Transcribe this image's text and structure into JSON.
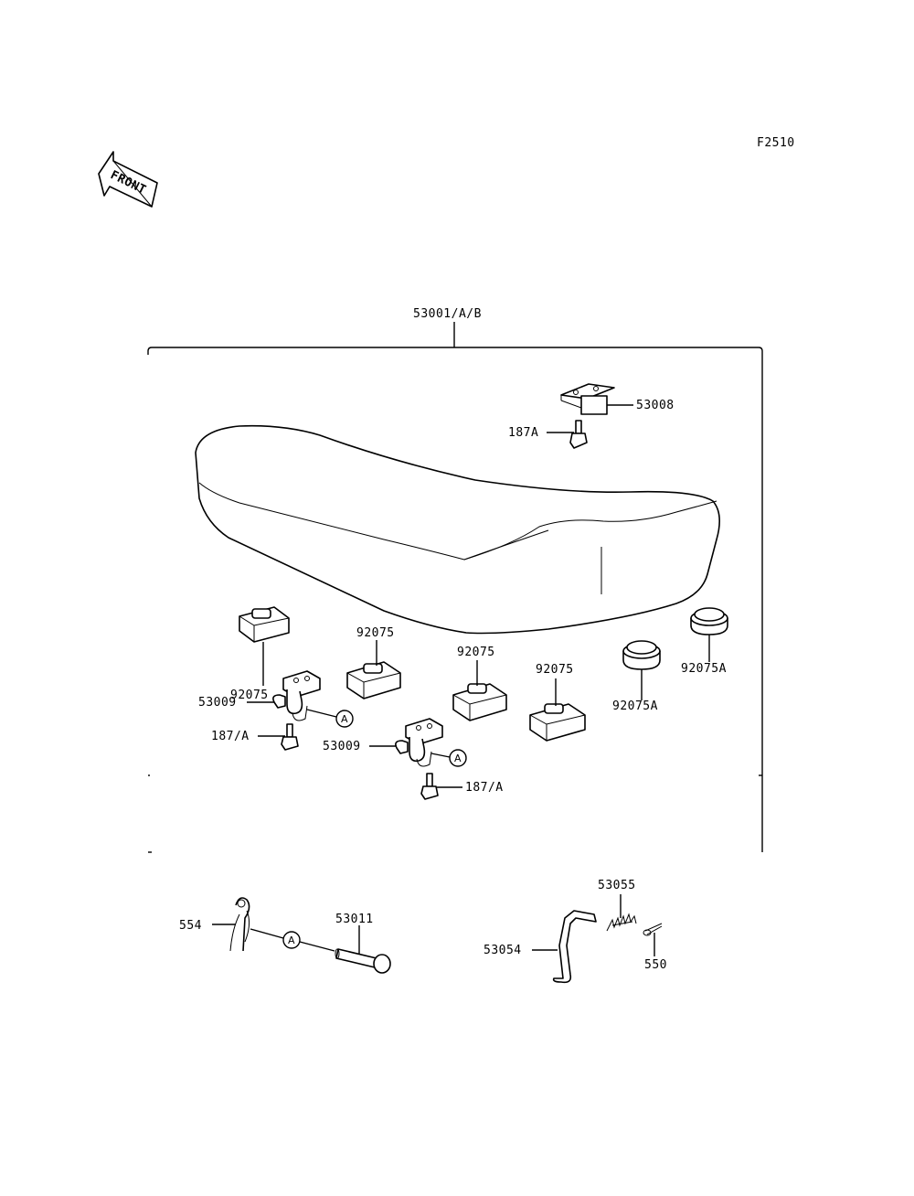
{
  "diagram_code": "F2510",
  "front_arrow_text": "FRONT",
  "group_label": "53001/A/B",
  "parts": {
    "bracket_53008": "53008",
    "bolt_187A_top": "187A",
    "damper_left_top": "92075",
    "damper_2": "92075",
    "damper_3": "92075",
    "damper_4": "92075",
    "cap_92075A_left": "92075A",
    "cap_92075A_right": "92075A",
    "hook_53009_left": "53009",
    "hook_53009_center": "53009",
    "bolt_187A_left": "187/A",
    "bolt_187A_bottom": "187/A",
    "clip_554": "554",
    "pin_53011": "53011",
    "lever_53054": "53054",
    "spring_53055": "53055",
    "cotter_550": "550"
  },
  "reference_marker": "A"
}
